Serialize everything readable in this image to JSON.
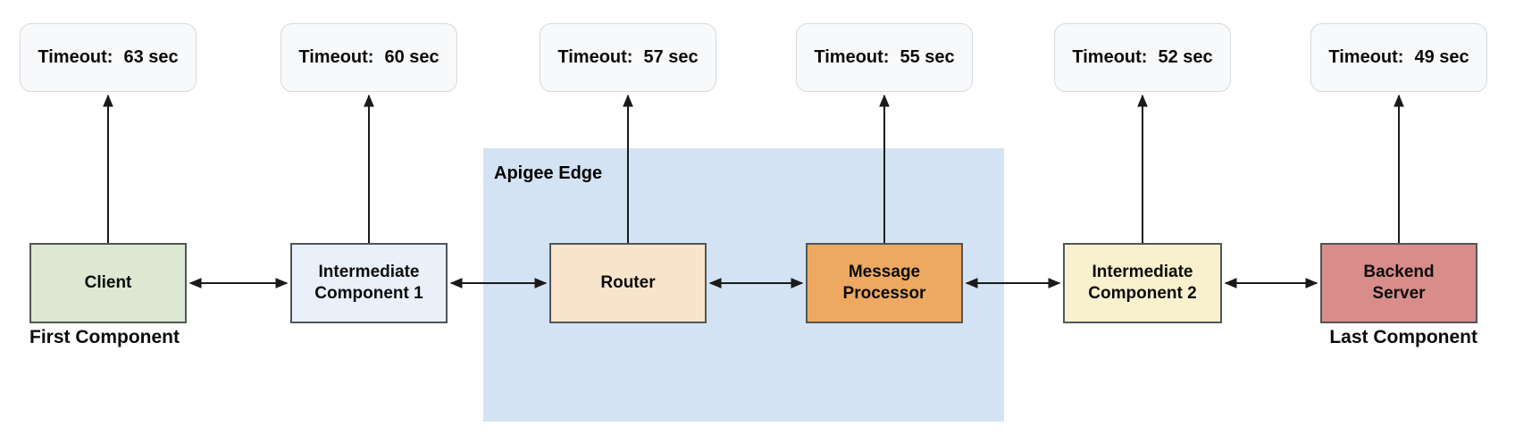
{
  "region": {
    "label": "Apigee Edge",
    "fill": "#d3e3f3"
  },
  "style": {
    "arrow_color": "#1a1a1a",
    "timeout_box_fill": "#f8f9fa",
    "timeout_box_border": "#d6d9dd",
    "component_box_border": "#515559"
  },
  "components": [
    {
      "id": "client",
      "label": "Client",
      "fill": "#dce8d2",
      "caption": "First Component",
      "timeout": {
        "label": "Timeout:",
        "value": "63 sec"
      }
    },
    {
      "id": "intermediate-component-1",
      "label": "Intermediate\nComponent 1",
      "fill": "#eaf0fa",
      "timeout": {
        "label": "Timeout:",
        "value": "60 sec"
      }
    },
    {
      "id": "router",
      "label": "Router",
      "fill": "#f8e4cb",
      "timeout": {
        "label": "Timeout:",
        "value": "57 sec"
      }
    },
    {
      "id": "message-processor",
      "label": "Message\nProcessor",
      "fill": "#eda961",
      "timeout": {
        "label": "Timeout:",
        "value": "55 sec"
      }
    },
    {
      "id": "intermediate-component-2",
      "label": "Intermediate\nComponent 2",
      "fill": "#f9f1cd",
      "timeout": {
        "label": "Timeout:",
        "value": "52 sec"
      }
    },
    {
      "id": "backend-server",
      "label": "Backend\nServer",
      "fill": "#d98d8b",
      "caption": "Last Component",
      "timeout": {
        "label": "Timeout:",
        "value": "49 sec"
      }
    }
  ]
}
